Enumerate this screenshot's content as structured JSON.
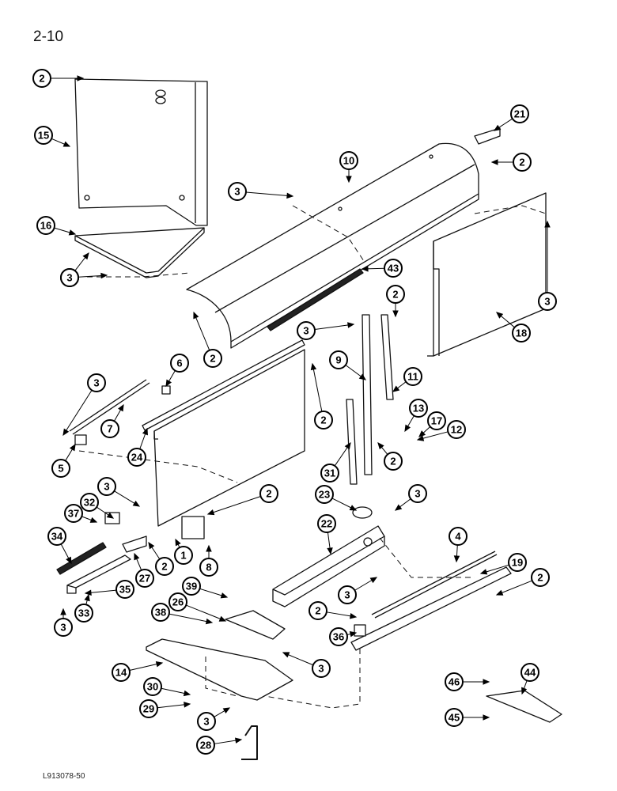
{
  "page": {
    "number": "2-10",
    "figure_code": "L913078-50"
  },
  "callouts": [
    {
      "id": "c2a",
      "label": "2"
    },
    {
      "id": "c15",
      "label": "15"
    },
    {
      "id": "c16",
      "label": "16"
    },
    {
      "id": "c3a",
      "label": "3"
    },
    {
      "id": "c3b",
      "label": "3"
    },
    {
      "id": "c21",
      "label": "21"
    },
    {
      "id": "c2b",
      "label": "2"
    },
    {
      "id": "c10",
      "label": "10"
    },
    {
      "id": "c3c",
      "label": "3"
    },
    {
      "id": "c43",
      "label": "43"
    },
    {
      "id": "c3d",
      "label": "3"
    },
    {
      "id": "c18",
      "label": "18"
    },
    {
      "id": "c2c",
      "label": "2"
    },
    {
      "id": "c2d",
      "label": "2"
    },
    {
      "id": "c3e",
      "label": "3"
    },
    {
      "id": "c9",
      "label": "9"
    },
    {
      "id": "c11",
      "label": "11"
    },
    {
      "id": "c3f",
      "label": "3"
    },
    {
      "id": "c6",
      "label": "6"
    },
    {
      "id": "c7",
      "label": "7"
    },
    {
      "id": "c5",
      "label": "5"
    },
    {
      "id": "c24",
      "label": "24"
    },
    {
      "id": "c2e",
      "label": "2"
    },
    {
      "id": "c13",
      "label": "13"
    },
    {
      "id": "c17",
      "label": "17"
    },
    {
      "id": "c12",
      "label": "12"
    },
    {
      "id": "c2f",
      "label": "2"
    },
    {
      "id": "c31",
      "label": "31"
    },
    {
      "id": "c3g",
      "label": "3"
    },
    {
      "id": "c32",
      "label": "32"
    },
    {
      "id": "c37",
      "label": "37"
    },
    {
      "id": "c2g",
      "label": "2"
    },
    {
      "id": "c23",
      "label": "23"
    },
    {
      "id": "c3h",
      "label": "3"
    },
    {
      "id": "c34",
      "label": "34"
    },
    {
      "id": "c22",
      "label": "22"
    },
    {
      "id": "c4",
      "label": "4"
    },
    {
      "id": "c27",
      "label": "27"
    },
    {
      "id": "c2h",
      "label": "2"
    },
    {
      "id": "c1",
      "label": "1"
    },
    {
      "id": "c8",
      "label": "8"
    },
    {
      "id": "c19",
      "label": "19"
    },
    {
      "id": "c2i",
      "label": "2"
    },
    {
      "id": "c35",
      "label": "35"
    },
    {
      "id": "c3i",
      "label": "3"
    },
    {
      "id": "c33",
      "label": "33"
    },
    {
      "id": "c3j",
      "label": "3"
    },
    {
      "id": "c39",
      "label": "39"
    },
    {
      "id": "c26",
      "label": "26"
    },
    {
      "id": "c2j",
      "label": "2"
    },
    {
      "id": "c38",
      "label": "38"
    },
    {
      "id": "c36",
      "label": "36"
    },
    {
      "id": "c14",
      "label": "14"
    },
    {
      "id": "c3k",
      "label": "3"
    },
    {
      "id": "c30",
      "label": "30"
    },
    {
      "id": "c29",
      "label": "29"
    },
    {
      "id": "c3l",
      "label": "3"
    },
    {
      "id": "c46",
      "label": "46"
    },
    {
      "id": "c44",
      "label": "44"
    },
    {
      "id": "c45",
      "label": "45"
    },
    {
      "id": "c28",
      "label": "28"
    }
  ]
}
